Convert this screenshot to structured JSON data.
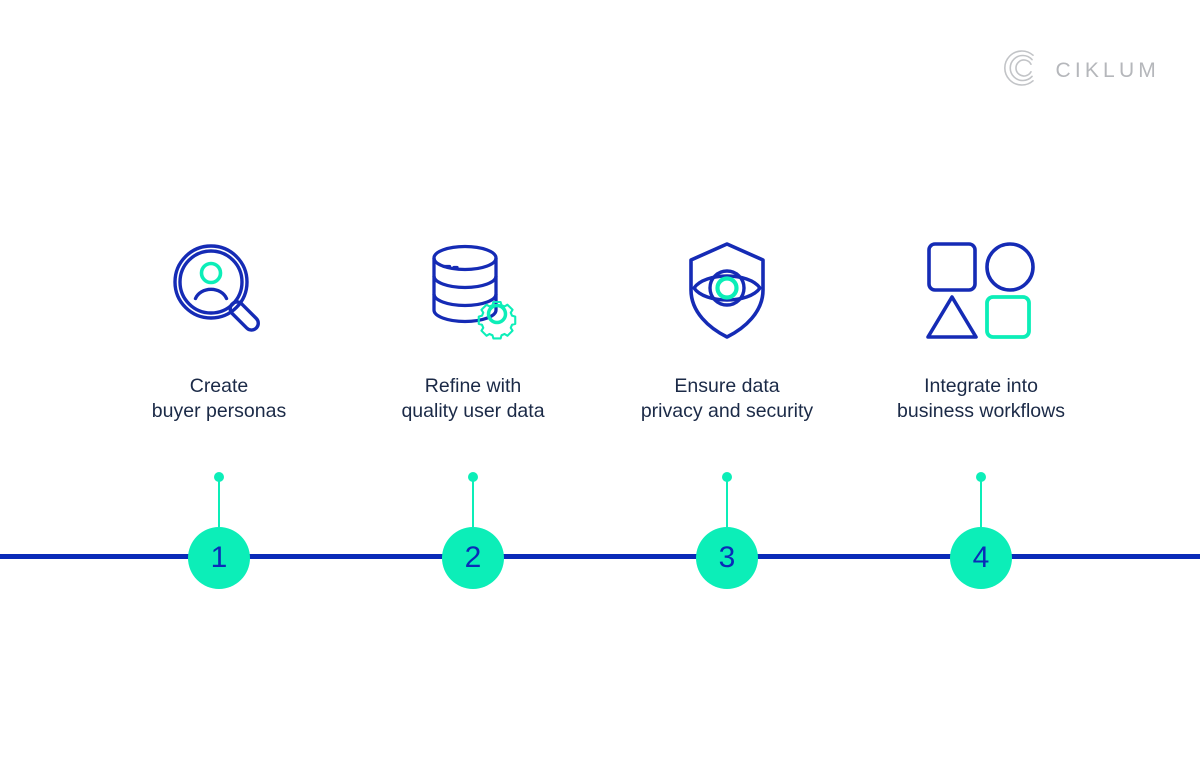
{
  "brand": {
    "name": "CIKLUM",
    "mark_icon": "ciklum-c-logo-icon",
    "color": "#b5b7bb"
  },
  "theme": {
    "background": "#ffffff",
    "navy": "#0a2bb8",
    "teal": "#0ceeb8",
    "text": "#1b2a47"
  },
  "timeline": {
    "line_color": "#0a2bb8",
    "marker_color": "#0ceeb8",
    "number_color": "#0a2bb8"
  },
  "steps": [
    {
      "number": "1",
      "label": "Create\nbuyer personas",
      "icon": "magnifier-person-icon"
    },
    {
      "number": "2",
      "label": "Refine with\nquality user data",
      "icon": "database-gear-icon"
    },
    {
      "number": "3",
      "label": "Ensure data\nprivacy and security",
      "icon": "shield-eye-icon"
    },
    {
      "number": "4",
      "label": "Integrate into\nbusiness workflows",
      "icon": "shapes-grid-icon"
    }
  ]
}
